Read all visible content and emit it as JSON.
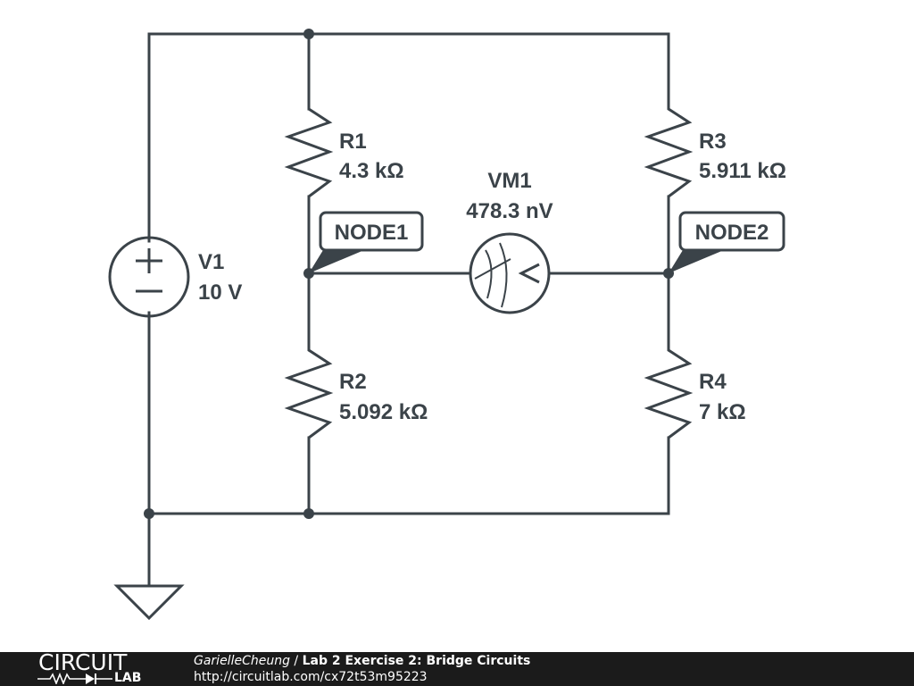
{
  "schematic": {
    "components": {
      "V1": {
        "name": "V1",
        "value": "10 V",
        "plus_symbol": "+",
        "minus_symbol": "−"
      },
      "R1": {
        "name": "R1",
        "value": "4.3 kΩ"
      },
      "R2": {
        "name": "R2",
        "value": "5.092 kΩ"
      },
      "R3": {
        "name": "R3",
        "value": "5.911 kΩ"
      },
      "R4": {
        "name": "R4",
        "value": "7 kΩ"
      },
      "VM1": {
        "name": "VM1",
        "value": "478.3 nV"
      }
    },
    "nodes": {
      "node1": {
        "label": "NODE1"
      },
      "node2": {
        "label": "NODE2"
      }
    },
    "ground": {
      "icon": "ground-icon"
    },
    "colors": {
      "wire": "#3b4349",
      "background": "#ffffff"
    }
  },
  "footer": {
    "logo_top": "CIRCUIT",
    "logo_bottom": "LAB",
    "author": "GarielleCheung",
    "separator": " / ",
    "title": "Lab 2 Exercise 2: Bridge Circuits",
    "url": "http://circuitlab.com/cx72t53m95223",
    "background": "#1b1b1b"
  }
}
